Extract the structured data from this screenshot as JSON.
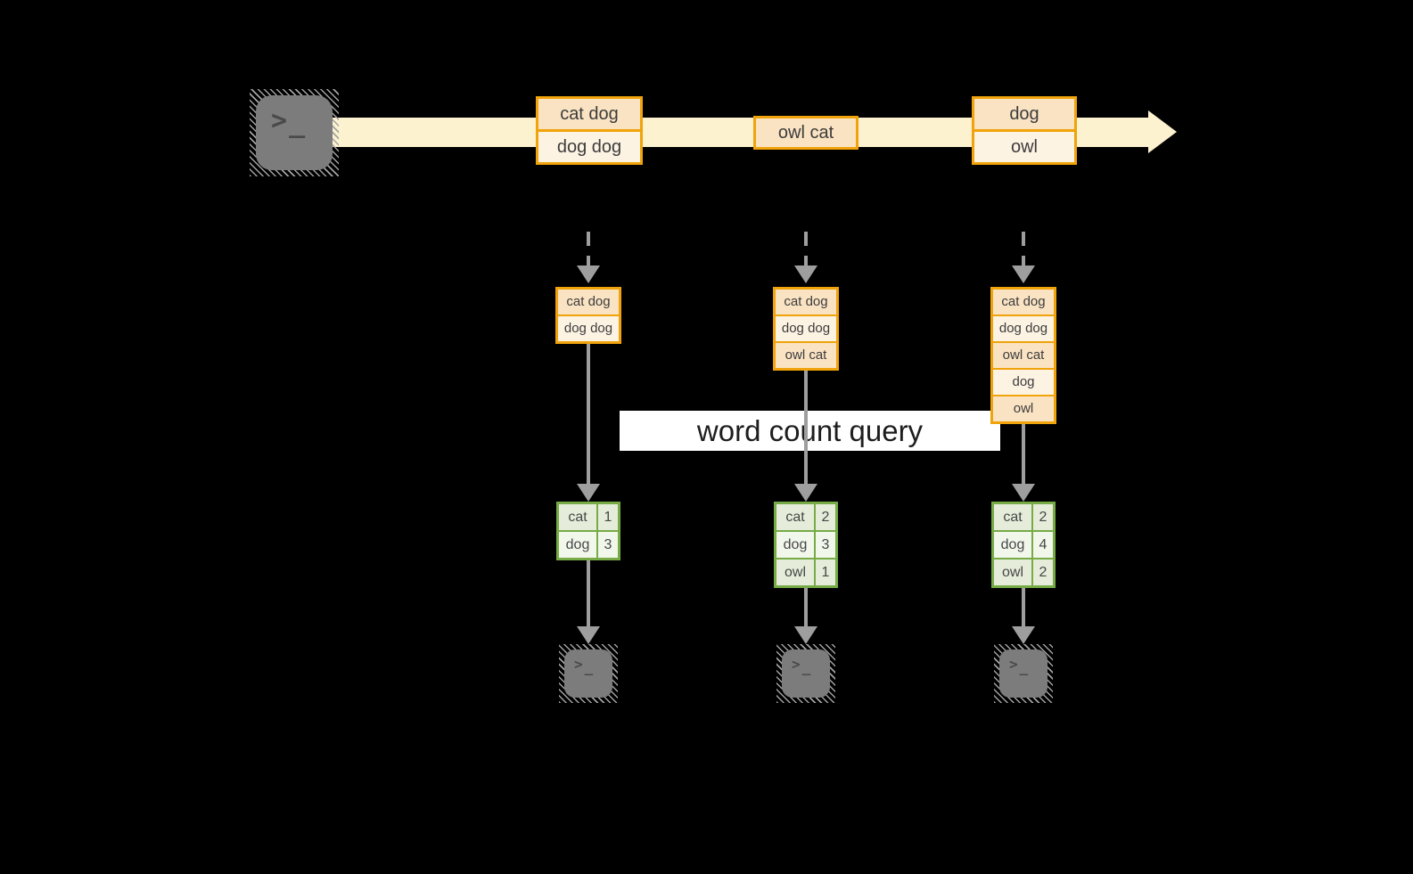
{
  "colors": {
    "amber": "#F0A30A",
    "peach": "#FAE3C3",
    "cream": "#FDF3E3",
    "band": "#FCF2CF",
    "green": "#76AB46",
    "green-row-a": "#E5EDDA",
    "green-row-b": "#F2F7EC",
    "gray": "#9E9E9E",
    "white": "#FFFFFF",
    "ink": "#3C3C3C",
    "query-ink": "#1E1E1E",
    "terminal-fill": "#7C7C7C",
    "terminal-glyph": "#4A4A4A",
    "hatch": "#A2A2A2",
    "background": "#000000"
  },
  "icons": {
    "terminal": {
      "chevron": ">",
      "underscore": "_"
    }
  },
  "query": {
    "label": "word count query"
  },
  "stream": {
    "batches": [
      {
        "items": [
          "cat dog",
          "dog dog"
        ]
      },
      {
        "items": [
          "owl cat"
        ]
      },
      {
        "items": [
          "dog",
          "owl"
        ]
      }
    ]
  },
  "columns": [
    {
      "inputs": [
        "cat dog",
        "dog dog"
      ],
      "counts": [
        {
          "word": "cat",
          "count": "1"
        },
        {
          "word": "dog",
          "count": "3"
        }
      ]
    },
    {
      "inputs": [
        "cat dog",
        "dog dog",
        "owl cat"
      ],
      "counts": [
        {
          "word": "cat",
          "count": "2"
        },
        {
          "word": "dog",
          "count": "3"
        },
        {
          "word": "owl",
          "count": "1"
        }
      ]
    },
    {
      "inputs": [
        "cat dog",
        "dog dog",
        "owl cat",
        "dog",
        "owl"
      ],
      "counts": [
        {
          "word": "cat",
          "count": "2"
        },
        {
          "word": "dog",
          "count": "4"
        },
        {
          "word": "owl",
          "count": "2"
        }
      ]
    }
  ]
}
